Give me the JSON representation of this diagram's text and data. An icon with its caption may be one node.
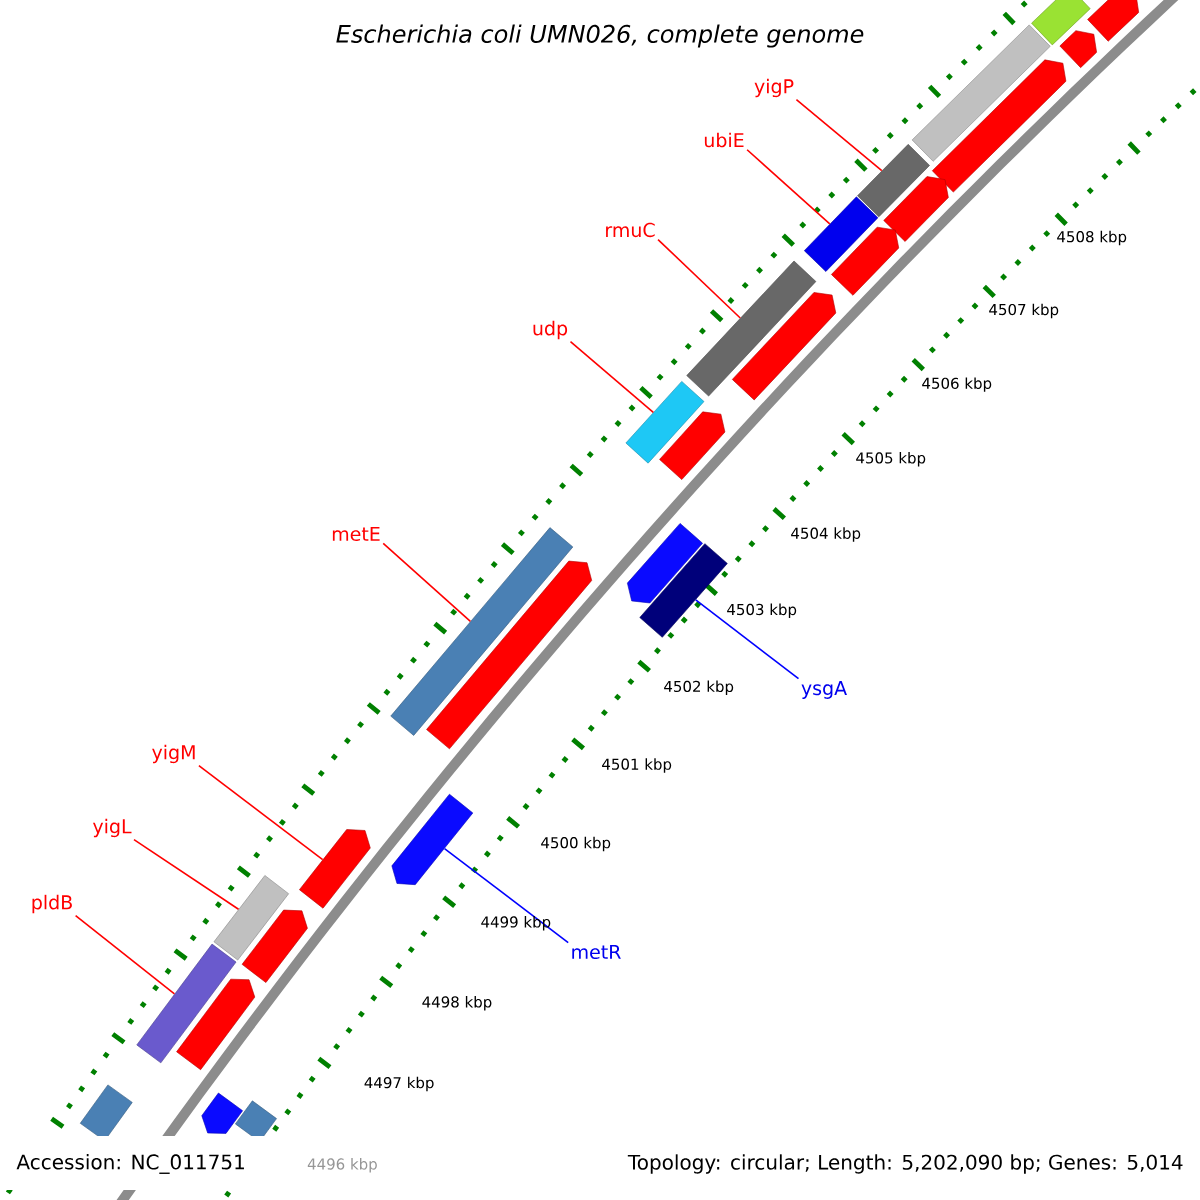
{
  "diagram": {
    "title": "Escherichia coli UMN026, complete genome",
    "nodes": [
      {
        "text": [
          "yigP"
        ]
      },
      {
        "text": [],
        "shape": "bar"
      },
      {
        "text": [
          "ubiE"
        ]
      },
      {
        "text": [],
        "shape": "bar"
      },
      {
        "text": [
          "rmuC"
        ]
      },
      {
        "text": [],
        "shape": "bar"
      },
      {
        "text": [
          "udp"
        ]
      },
      {
        "text": [],
        "shape": "bar"
      },
      {
        "text": [
          "metE"
        ]
      },
      {
        "text": [],
        "shape": "bar"
      },
      {
        "text": [
          "ysgA"
        ]
      },
      {
        "text": [],
        "shape": "bar"
      },
      {
        "text": [
          "yigM"
        ]
      },
      {
        "text": [],
        "shape": "pentagon"
      },
      {
        "text": [
          "yigL"
        ]
      },
      {
        "text": [],
        "shape": "bar"
      },
      {
        "text": [
          "pldB"
        ]
      },
      {
        "text": [],
        "shape": "bar"
      },
      {
        "text": [
          "metR"
        ]
      },
      {
        "text": [],
        "shape": "pentagon"
      },
      {
        "text": [],
        "shape": "bar"
      },
      {
        "text": [],
        "shape": "pentagon"
      },
      {
        "text": [],
        "shape": "pentagon"
      },
      {
        "text": [],
        "shape": "bar"
      },
      {
        "text": [],
        "shape": "pentagon"
      },
      {
        "text": [],
        "shape": "pentagon"
      },
      {
        "text": [],
        "shape": "pentagon"
      },
      {
        "text": [],
        "shape": "pentagon"
      },
      {
        "text": [],
        "shape": "pentagon"
      },
      {
        "text": [],
        "shape": "pentagon"
      },
      {
        "text": [],
        "shape": "pentagon"
      },
      {
        "text": [],
        "shape": "pentagon"
      },
      {
        "text": [],
        "shape": "pentagon"
      },
      {
        "text": [],
        "shape": "bar"
      },
      {
        "text": [],
        "shape": "pentagon"
      },
      {
        "text": [],
        "shape": "bar"
      }
    ],
    "edges": [
      {
        "from": 0,
        "to": 1,
        "arrow": "none"
      },
      {
        "from": 2,
        "to": 3,
        "arrow": "none"
      },
      {
        "from": 4,
        "to": 5,
        "arrow": "none"
      },
      {
        "from": 6,
        "to": 7,
        "arrow": "none"
      },
      {
        "from": 8,
        "to": 9,
        "arrow": "none"
      },
      {
        "from": 10,
        "to": 11,
        "arrow": "none",
        "color": "#0000ff"
      },
      {
        "from": 12,
        "to": 13,
        "arrow": "none"
      },
      {
        "from": 14,
        "to": 15,
        "arrow": "none"
      },
      {
        "from": 16,
        "to": 17,
        "arrow": "none"
      },
      {
        "from": 18,
        "to": 19,
        "arrow": "none",
        "color": "#0000ff"
      }
    ],
    "labels": [
      "4508 kbp",
      "4507 kbp",
      "4506 kbp",
      "4505 kbp",
      "4504 kbp",
      "4503 kbp",
      "4502 kbp",
      "4501 kbp",
      "4500 kbp",
      "4499 kbp",
      "4498 kbp",
      "4497 kbp",
      "4496 kbp",
      "Accession: NC_011751",
      "Topology: circular; Length: 5,202,090 bp; Genes: 5,014"
    ]
  }
}
